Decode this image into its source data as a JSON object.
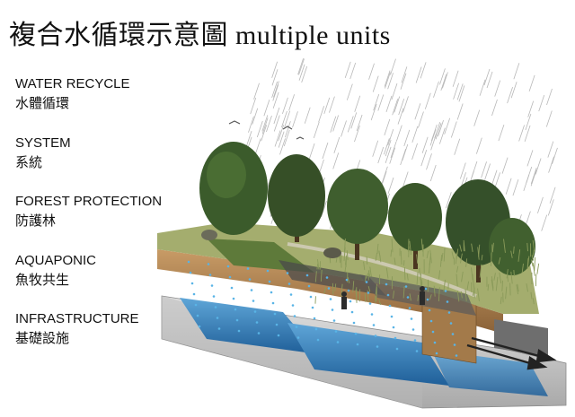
{
  "title": "複合水循環示意圖 multiple units",
  "legend": [
    {
      "en": "WATER RECYCLE",
      "zh": "水體循環"
    },
    {
      "en": "SYSTEM",
      "zh": "系統"
    },
    {
      "en": "FOREST PROTECTION",
      "zh": "防護林"
    },
    {
      "en": "AQUAPONIC",
      "zh": "魚牧共生"
    },
    {
      "en": "INFRASTRUCTURE",
      "zh": "基礎設施"
    }
  ],
  "colors": {
    "water": "#2f78b8",
    "water_drop": "#59b4e6",
    "soil": "#b98d5a",
    "grass": "#9aa86a",
    "tree": "#3d5a2e",
    "concrete": "#c9c9c9",
    "rain": "#9a9a9a"
  }
}
